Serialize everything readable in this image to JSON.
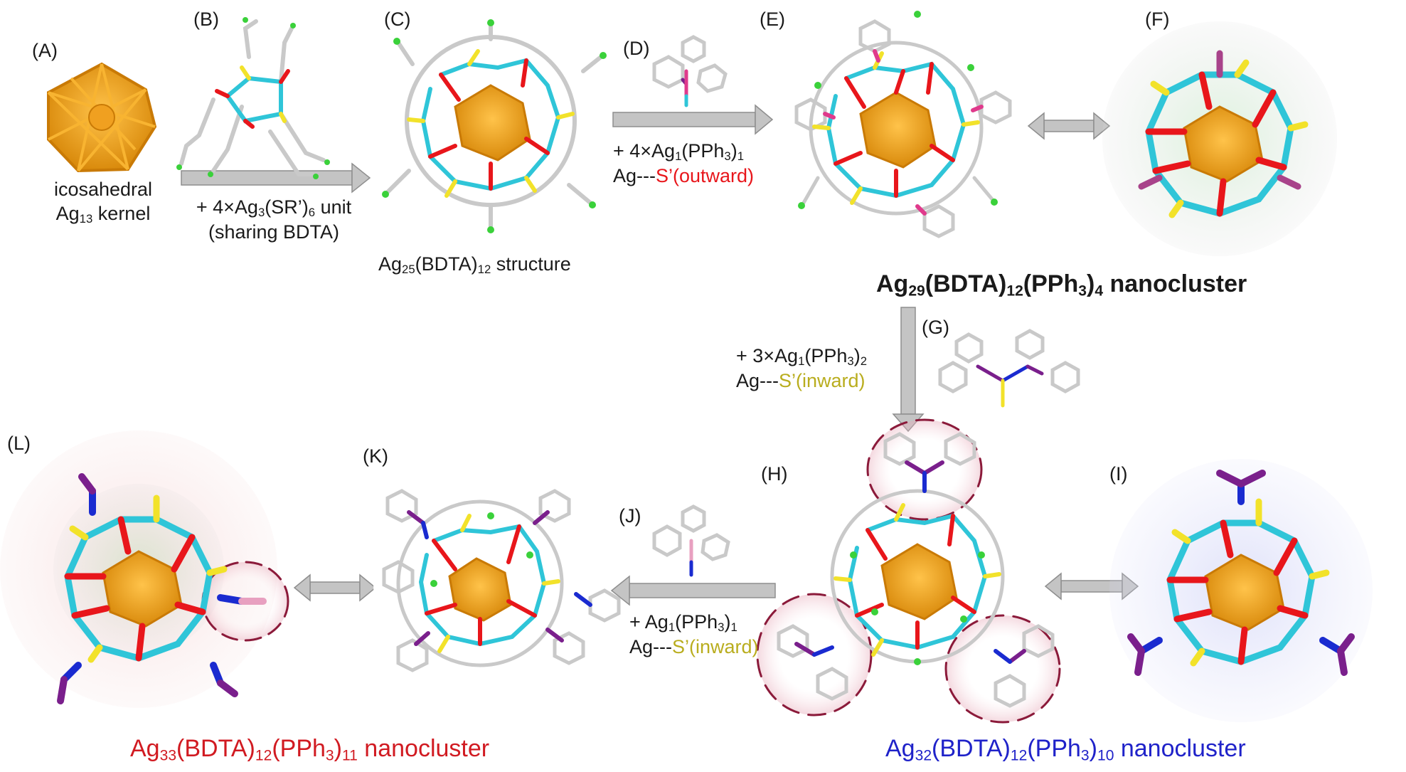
{
  "panels": {
    "A": "(A)",
    "B": "(B)",
    "C": "(C)",
    "D": "(D)",
    "E": "(E)",
    "F": "(F)",
    "G": "(G)",
    "H": "(H)",
    "I": "(I)",
    "J": "(J)",
    "K": "(K)",
    "L": "(L)"
  },
  "kernel": {
    "line1": "icosahedral",
    "line2_pre": "Ag",
    "line2_sub": "13",
    "line2_post": " kernel"
  },
  "step1": {
    "line1_pre": "+ 4×Ag",
    "line1_sub1": "3",
    "line1_mid": "(SR’)",
    "line1_sub2": "6",
    "line1_post": " unit",
    "line2": "(sharing BDTA)"
  },
  "ag25": {
    "pre": "Ag",
    "sub1": "25",
    "mid": "(BDTA)",
    "sub2": "12",
    "post": " structure"
  },
  "step2": {
    "line1_pre": "+ 4×Ag",
    "line1_sub1": "1",
    "line1_mid": "(PPh",
    "line1_sub2": "3",
    "line1_post": ")",
    "line1_sub3": "1",
    "line2_pre": "Ag---",
    "line2_colored": "S’(outward)"
  },
  "ag29": {
    "pre": "Ag",
    "sub1": "29",
    "mid": "(BDTA)",
    "sub2": "12",
    "mid2": "(PPh",
    "sub3": "3",
    "mid3": ")",
    "sub4": "4",
    "post": " nanocluster"
  },
  "step3": {
    "line1_pre": "+ 3×Ag",
    "line1_sub1": "1",
    "line1_mid": "(PPh",
    "line1_sub2": "3",
    "line1_post": ")",
    "line1_sub3": "2",
    "line2_pre": "Ag---",
    "line2_colored": "S’(inward)"
  },
  "step4": {
    "line1_pre": "+ Ag",
    "line1_sub1": "1",
    "line1_mid": "(PPh",
    "line1_sub2": "3",
    "line1_post": ")",
    "line1_sub3": "1",
    "line2_pre": "Ag---",
    "line2_colored": "S’(inward)"
  },
  "ag33": {
    "pre": "Ag",
    "sub1": "33",
    "mid": "(BDTA)",
    "sub2": "12",
    "mid2": "(PPh",
    "sub3": "3",
    "mid3": ")",
    "sub4": "11",
    "post": " nanocluster"
  },
  "ag32": {
    "pre": "Ag",
    "sub1": "32",
    "mid": "(BDTA)",
    "sub2": "12",
    "mid2": "(PPh",
    "sub3": "3",
    "mid3": ")",
    "sub4": "10",
    "post": " nanocluster"
  },
  "colors": {
    "silver_core": "#f0a020",
    "sulfur": "#f2e22a",
    "carbon": "#2fc5d8",
    "oxygen": "#e8161b",
    "fluorine": "#3ad13a",
    "phosphorus": "#7a1f8c",
    "nitrogen": "#1a2bd0",
    "bond_gray": "#c9c9c9",
    "arrow_fill": "#c4c4c4",
    "dash_circle": "#8b1a3a"
  }
}
